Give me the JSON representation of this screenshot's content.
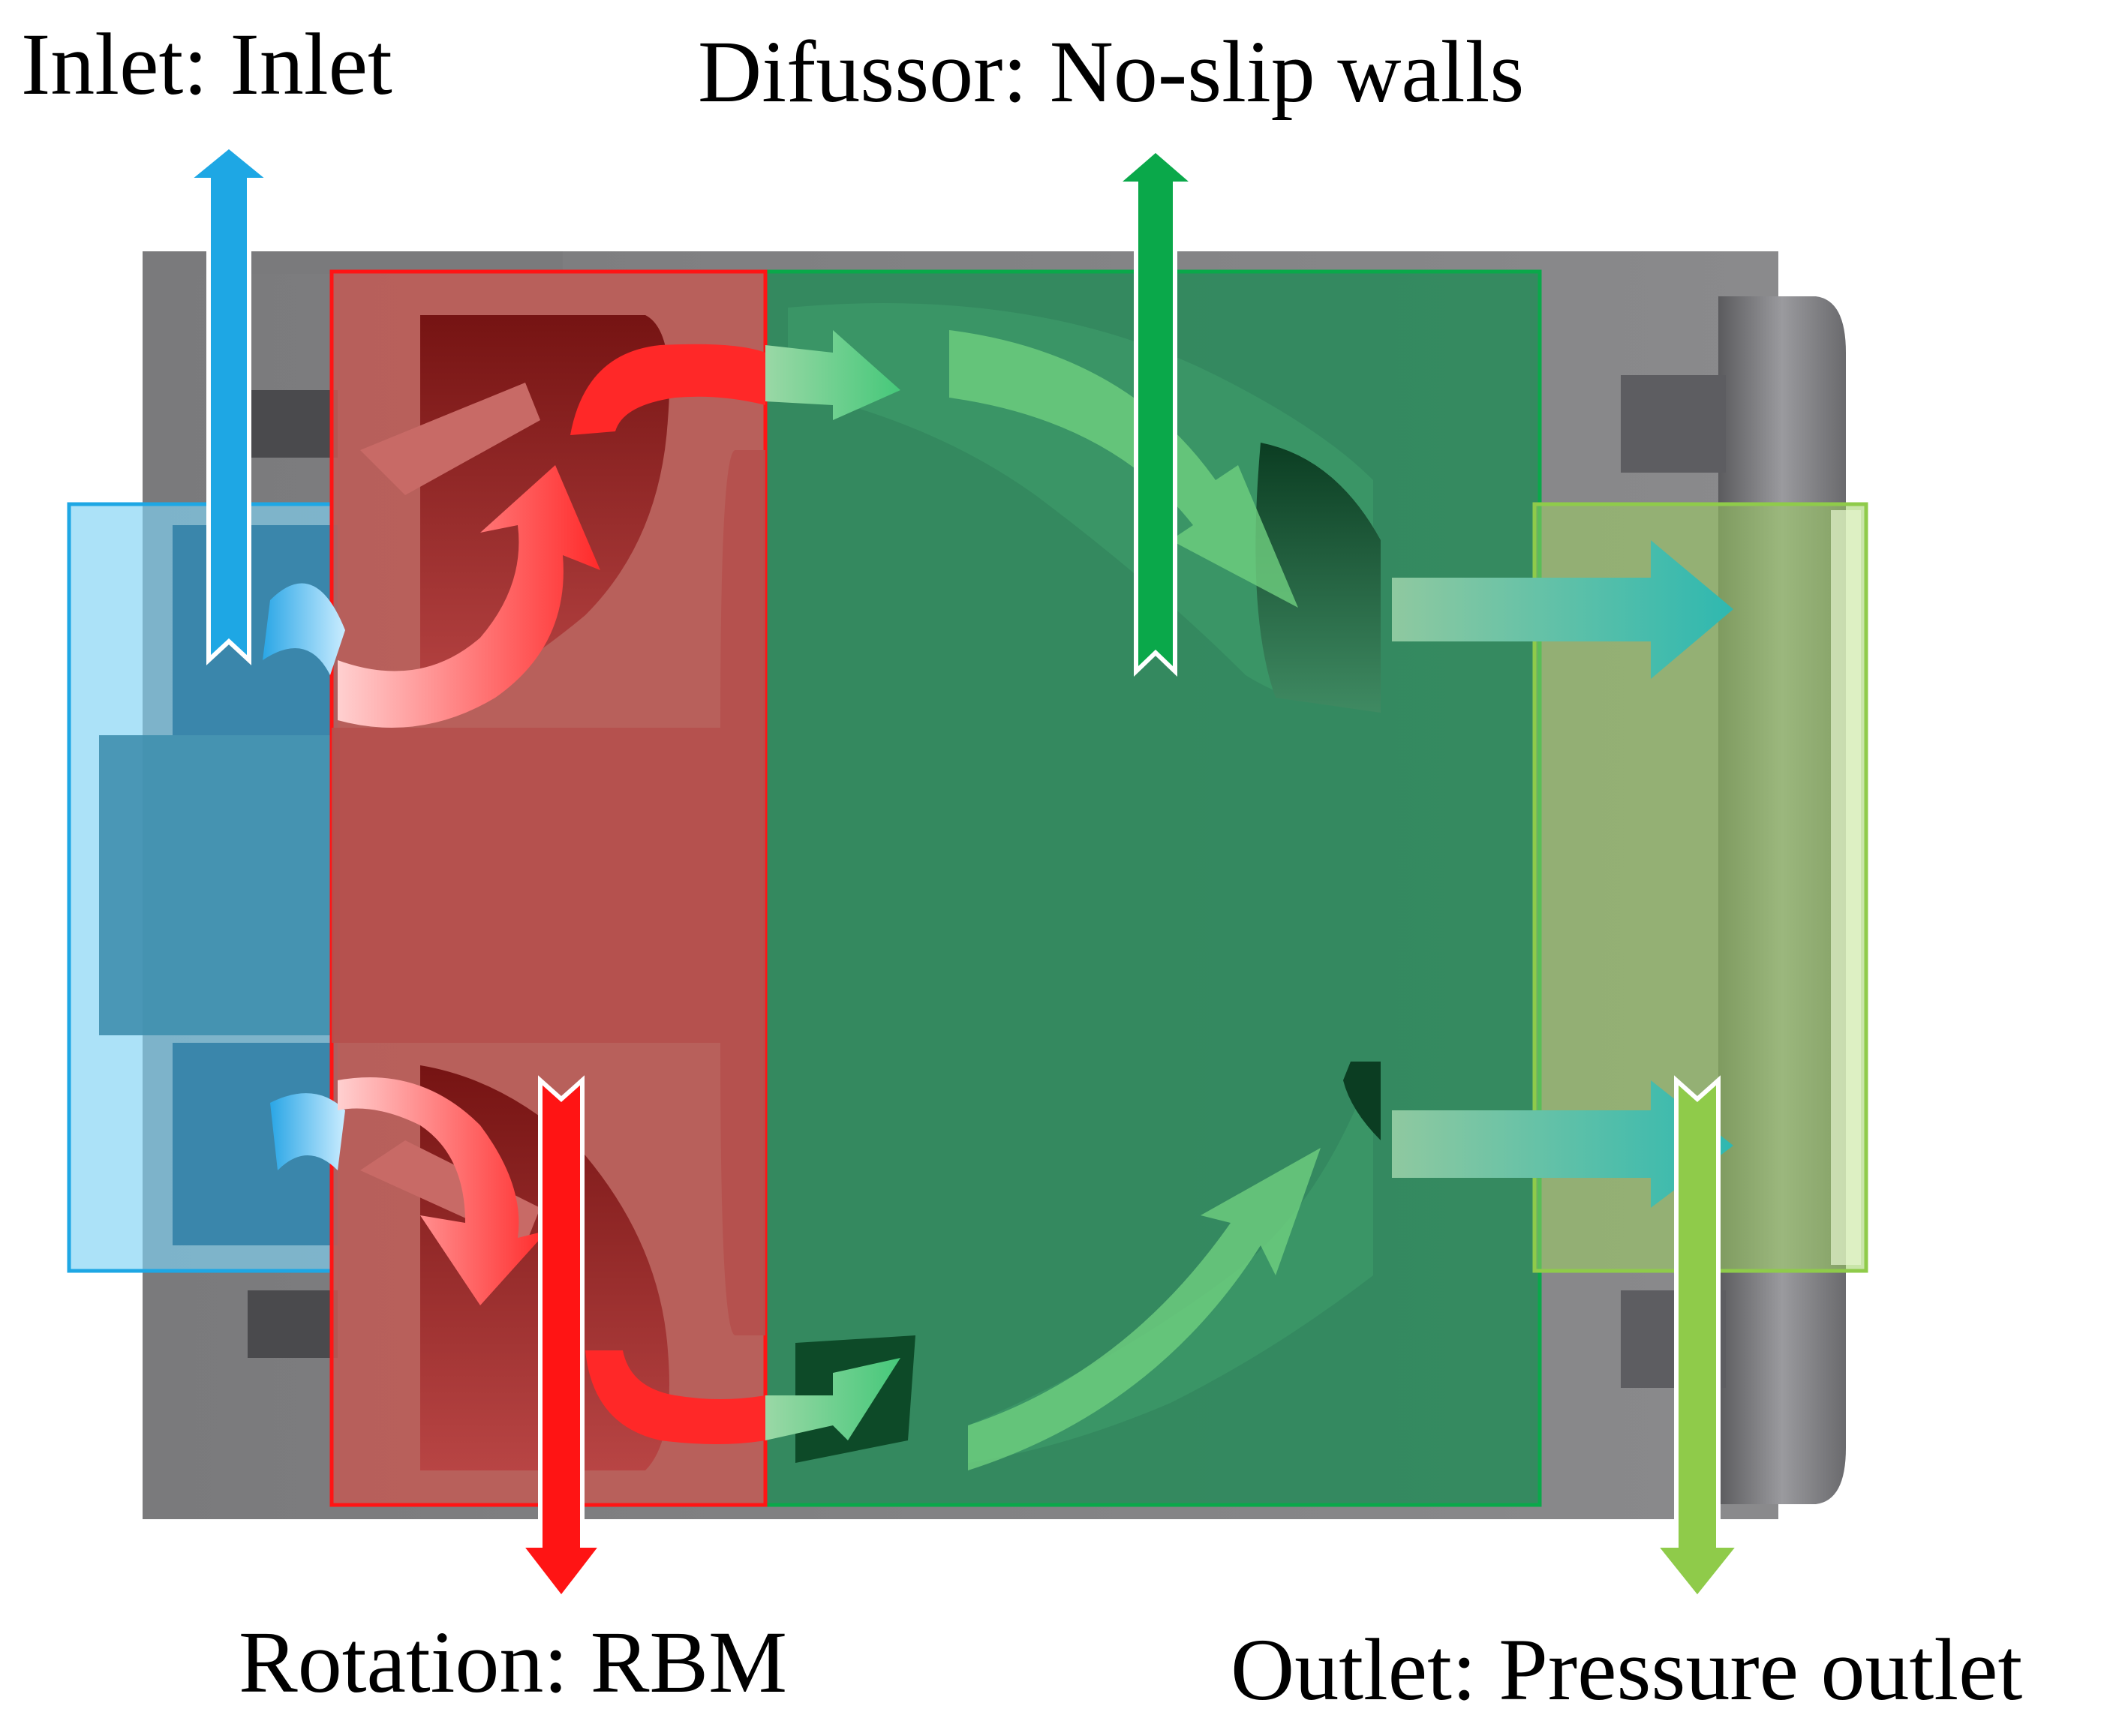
{
  "labels": {
    "inlet": "Inlet: Inlet",
    "diffusor": "Difussor: No-slip walls",
    "rotation": "Rotation: RBM",
    "outlet": "Outlet: Pressure outlet"
  },
  "colors": {
    "inlet": "#1ea7e4",
    "rotation": "#ff1414",
    "diffusor": "#0aa84a",
    "outlet": "#8fcb4a",
    "housing": "#6e6e70"
  },
  "regions": [
    "inlet-zone",
    "rotation-zone",
    "diffusor-zone",
    "outlet-zone"
  ]
}
